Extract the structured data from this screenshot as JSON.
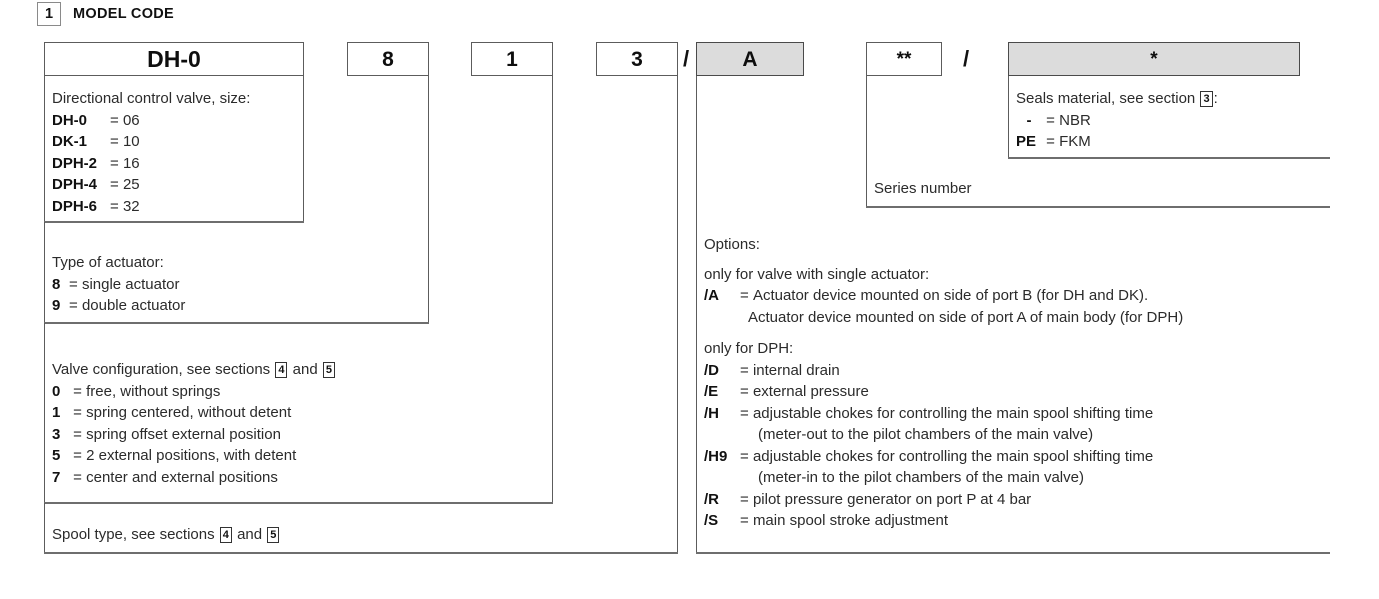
{
  "section": {
    "number": "1",
    "title": "MODEL CODE"
  },
  "code_boxes": [
    {
      "name": "model",
      "value": "DH-0",
      "shaded": false
    },
    {
      "name": "actuator",
      "value": "8",
      "shaded": false
    },
    {
      "name": "configuration",
      "value": "1",
      "shaded": false
    },
    {
      "name": "spool",
      "value": "3",
      "shaded": false
    },
    {
      "name": "options",
      "value": "A",
      "shaded": true
    },
    {
      "name": "series",
      "value": "**",
      "shaded": false
    },
    {
      "name": "seals",
      "value": "*",
      "shaded": true
    }
  ],
  "separators": {
    "slash_after_spool": "/",
    "slash_after_series": "/"
  },
  "model_block": {
    "heading": "Directional control valve, size:",
    "entries": [
      {
        "code": "DH-0",
        "eq": "=",
        "value": "06"
      },
      {
        "code": "DK-1",
        "eq": "=",
        "value": "10"
      },
      {
        "code": "DPH-2",
        "eq": "=",
        "value": "16"
      },
      {
        "code": "DPH-4",
        "eq": "=",
        "value": "25"
      },
      {
        "code": "DPH-6",
        "eq": "=",
        "value": "32"
      }
    ]
  },
  "actuator_block": {
    "heading": "Type of actuator:",
    "entries": [
      {
        "code": "8",
        "eq": "=",
        "value": "single actuator"
      },
      {
        "code": "9",
        "eq": "=",
        "value": "double actuator"
      }
    ]
  },
  "configuration_block": {
    "heading_pre": "Valve configuration, see sections",
    "heading_ref1": "4",
    "heading_mid": "and",
    "heading_ref2": "5",
    "entries": [
      {
        "code": "0",
        "eq": "=",
        "value": "free, without springs"
      },
      {
        "code": "1",
        "eq": "=",
        "value": "spring centered, without detent"
      },
      {
        "code": "3",
        "eq": "=",
        "value": "spring offset external position"
      },
      {
        "code": "5",
        "eq": "=",
        "value": "2 external positions, with detent"
      },
      {
        "code": "7",
        "eq": "=",
        "value": "center and external positions"
      }
    ]
  },
  "spool_block": {
    "heading_pre": "Spool type, see sections",
    "heading_ref1": "4",
    "heading_mid": "and",
    "heading_ref2": "5"
  },
  "options_block": {
    "title": "Options:",
    "group1_heading": "only for valve with single actuator:",
    "group1": [
      {
        "code": "/A",
        "eq": "=",
        "line1": "Actuator device mounted on side of port B (for DH and DK).",
        "line2": "Actuator device mounted on side of port A of main body (for DPH)"
      }
    ],
    "group2_heading": "only for DPH:",
    "group2": [
      {
        "code": "/D",
        "eq": "=",
        "line1": "internal drain",
        "line2": ""
      },
      {
        "code": "/E",
        "eq": "=",
        "line1": "external pressure",
        "line2": ""
      },
      {
        "code": "/H",
        "eq": "=",
        "line1": "adjustable chokes for controlling the main spool shifting time",
        "line2": "(meter-out to the pilot chambers of the main valve)"
      },
      {
        "code": "/H9",
        "eq": "=",
        "line1": "adjustable chokes for controlling the main spool shifting time",
        "line2": "(meter-in to the pilot chambers of the main valve)"
      },
      {
        "code": "/R",
        "eq": "=",
        "line1": "pilot pressure generator on port P at 4 bar",
        "line2": ""
      },
      {
        "code": "/S",
        "eq": "=",
        "line1": "main spool stroke adjustment",
        "line2": ""
      }
    ]
  },
  "series_block": {
    "label": "Series number"
  },
  "seals_block": {
    "heading_pre": "Seals material, see section",
    "heading_ref": "3",
    "heading_post": ":",
    "entries": [
      {
        "code": "-",
        "eq": "=",
        "value": "NBR"
      },
      {
        "code": "PE",
        "eq": "=",
        "value": "FKM"
      }
    ]
  },
  "colors": {
    "shaded_box": "#dcdcdc",
    "line": "#5c5c5c",
    "text": "#2b2b2b"
  }
}
